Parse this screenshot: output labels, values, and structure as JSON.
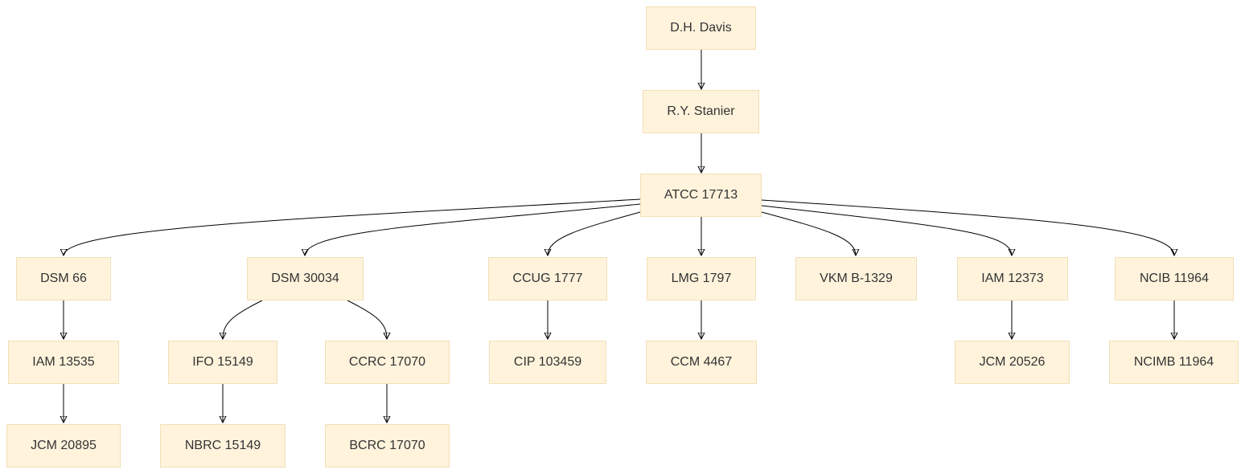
{
  "diagram": {
    "nodes": {
      "davis": "D.H. Davis",
      "stanier": "R.Y. Stanier",
      "atcc": "ATCC 17713",
      "dsm66": "DSM 66",
      "dsm30034": "DSM 30034",
      "ccug": "CCUG 1777",
      "lmg": "LMG 1797",
      "vkm": "VKM B-1329",
      "iam12373": "IAM 12373",
      "ncib": "NCIB 11964",
      "iam13535": "IAM 13535",
      "ifo": "IFO 15149",
      "ccrc": "CCRC 17070",
      "cip": "CIP 103459",
      "ccm": "CCM 4467",
      "jcm20526": "JCM 20526",
      "ncimb": "NCIMB 11964",
      "jcm20895": "JCM 20895",
      "nbrc": "NBRC 15149",
      "bcrc": "BCRC 17070"
    },
    "edges": [
      [
        "davis",
        "stanier"
      ],
      [
        "stanier",
        "atcc"
      ],
      [
        "atcc",
        "dsm66"
      ],
      [
        "atcc",
        "dsm30034"
      ],
      [
        "atcc",
        "ccug"
      ],
      [
        "atcc",
        "lmg"
      ],
      [
        "atcc",
        "vkm"
      ],
      [
        "atcc",
        "iam12373"
      ],
      [
        "atcc",
        "ncib"
      ],
      [
        "dsm66",
        "iam13535"
      ],
      [
        "iam13535",
        "jcm20895"
      ],
      [
        "dsm30034",
        "ifo"
      ],
      [
        "dsm30034",
        "ccrc"
      ],
      [
        "ifo",
        "nbrc"
      ],
      [
        "ccrc",
        "bcrc"
      ],
      [
        "ccug",
        "cip"
      ],
      [
        "lmg",
        "ccm"
      ],
      [
        "iam12373",
        "jcm20526"
      ],
      [
        "ncib",
        "ncimb"
      ]
    ],
    "colors": {
      "node_fill": "#fff3dc",
      "node_border": "#f2dfb7",
      "edge": "#000000",
      "text": "#333333"
    }
  }
}
